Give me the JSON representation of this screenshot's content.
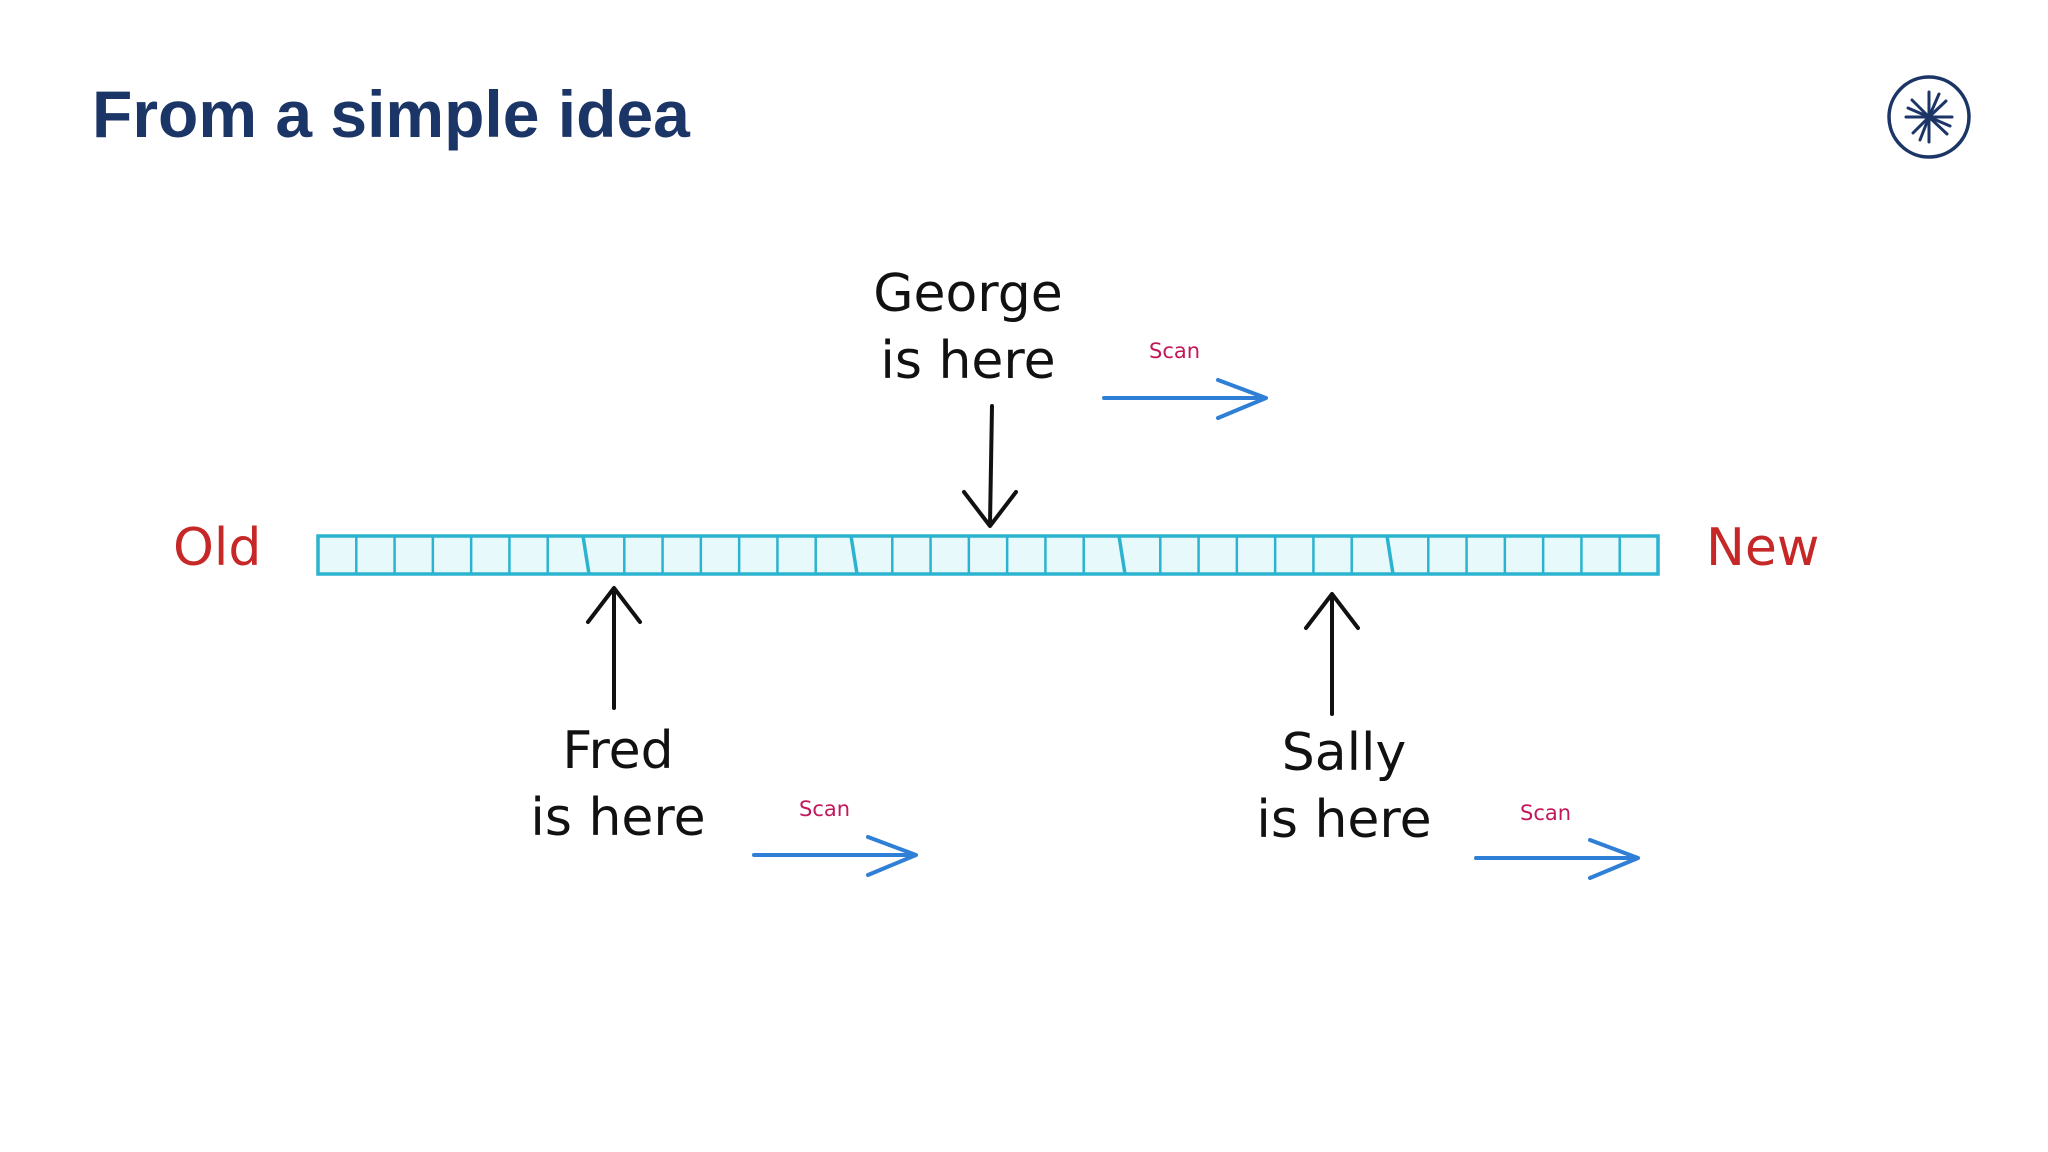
{
  "slide": {
    "title": "From a simple idea"
  },
  "logo": {
    "icon": "starburst-logo-icon",
    "color": "#1c3567"
  },
  "diagram": {
    "log_start_label": "Old",
    "log_end_label": "New",
    "scan_label": "Scan",
    "segments": 5,
    "cells_per_segment": 7,
    "colors": {
      "log_stroke": "#2bb3cf",
      "log_fill": "#e8f9fc",
      "endpoint_text": "#c62828",
      "scan_text": "#c2185b",
      "scan_arrow": "#2f7fd6",
      "pointer_arrow": "#111111"
    },
    "readers": [
      {
        "name": "George",
        "line1": "George",
        "line2": "is here"
      },
      {
        "name": "Fred",
        "line1": "Fred",
        "line2": "is here"
      },
      {
        "name": "Sally",
        "line1": "Sally",
        "line2": "is here"
      }
    ]
  }
}
